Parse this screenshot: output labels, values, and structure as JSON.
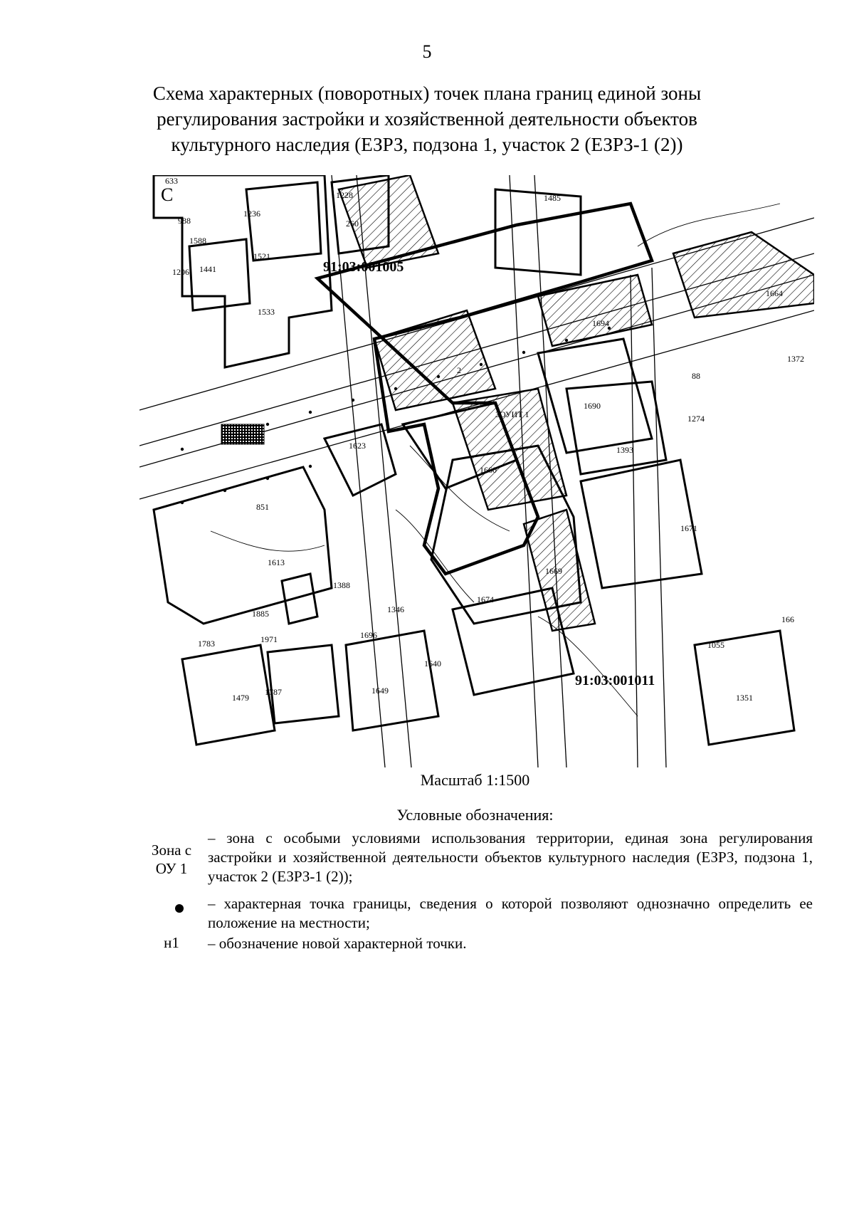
{
  "page_number": "5",
  "title": {
    "line1": "Схема характерных (поворотных) точек плана границ единой зоны",
    "line2": "регулирования застройки и хозяйственной деятельности объектов",
    "line3": "культурного наследия (ЕЗРЗ, подзона 1, участок 2 (ЕЗРЗ-1 (2))"
  },
  "map": {
    "quarter_labels": [
      "91:03:001005",
      "91:03:001011"
    ],
    "zone_label": "ЗОУИТ 1",
    "parcel_labels": [
      "1228",
      "1485",
      "260",
      "1236",
      "988",
      "1588",
      "1521",
      "1206",
      "1441",
      "1533",
      "1664",
      "1694",
      "1372",
      "88",
      "1690",
      "1274",
      "1393",
      "1623",
      "1660",
      "851",
      "1671",
      "1669",
      "1674",
      "1388",
      "1885",
      "1346",
      "1971",
      "1783",
      "1696",
      "1640",
      "1649",
      "1479",
      "1787",
      "1055",
      "1351",
      "166",
      "1613",
      "633",
      "2"
    ],
    "colors": {
      "ink": "#000000",
      "paper": "#ffffff",
      "zone_boundary": "#000000"
    }
  },
  "scale": "Масштаб 1:1500",
  "legend": {
    "title": "Условные обозначения:",
    "zone_symbol_line1": "Зона с",
    "zone_symbol_line2": "ОУ 1",
    "zone_desc": "– зона с особыми условиями использования территории, единая зона регулирования застройки и хозяйственной деятельности объектов культурного наследия (ЕЗРЗ, подзона 1, участок 2 (ЕЗРЗ-1 (2));",
    "point_symbol": "point-dot",
    "point_desc": "– характерная точка границы, сведения о которой позволяют однозначно определить ее положение на местности;",
    "new_point_symbol": "н1",
    "new_point_desc": "– обозначение новой характерной точки."
  }
}
